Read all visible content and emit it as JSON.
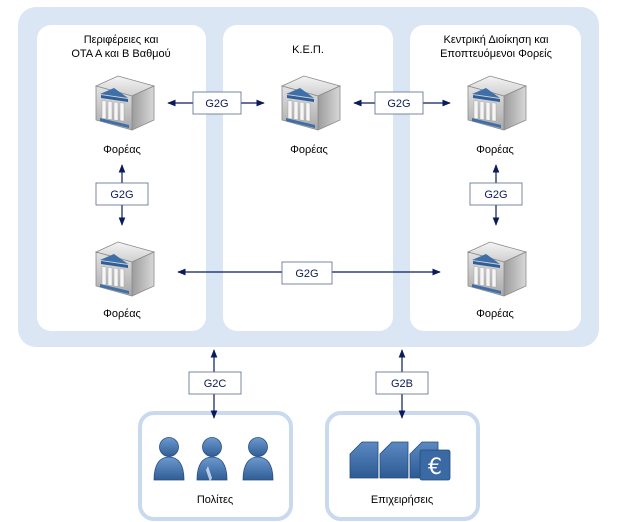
{
  "panels": {
    "left_title_line1": "Περιφέρειες και",
    "left_title_line2": "ΟΤΑ Α και Β Βαθμού",
    "center_title": "Κ.Ε.Π.",
    "right_title_line1": "Κεντρική Διοίκηση και",
    "right_title_line2": "Εποπτευόμενοι Φορείς"
  },
  "nodes": {
    "left_top": "Φορέας",
    "left_bottom": "Φορέας",
    "center": "Φορέας",
    "right_top": "Φορέας",
    "right_bottom": "Φορέας"
  },
  "links": {
    "left_center": "G2G",
    "center_right": "G2G",
    "left_vertical": "G2G",
    "right_vertical": "G2G",
    "bottom_horizontal": "G2G",
    "citizens": "G2C",
    "business": "G2B"
  },
  "groups": {
    "citizens": "Πολίτες",
    "business": "Επιχειρήσεις"
  },
  "colors": {
    "outer_bg": "#dbe6f4",
    "panel_bg": "#ffffff",
    "arrow": "#0b1a5a",
    "icon_blue": "#4f7fb8"
  }
}
